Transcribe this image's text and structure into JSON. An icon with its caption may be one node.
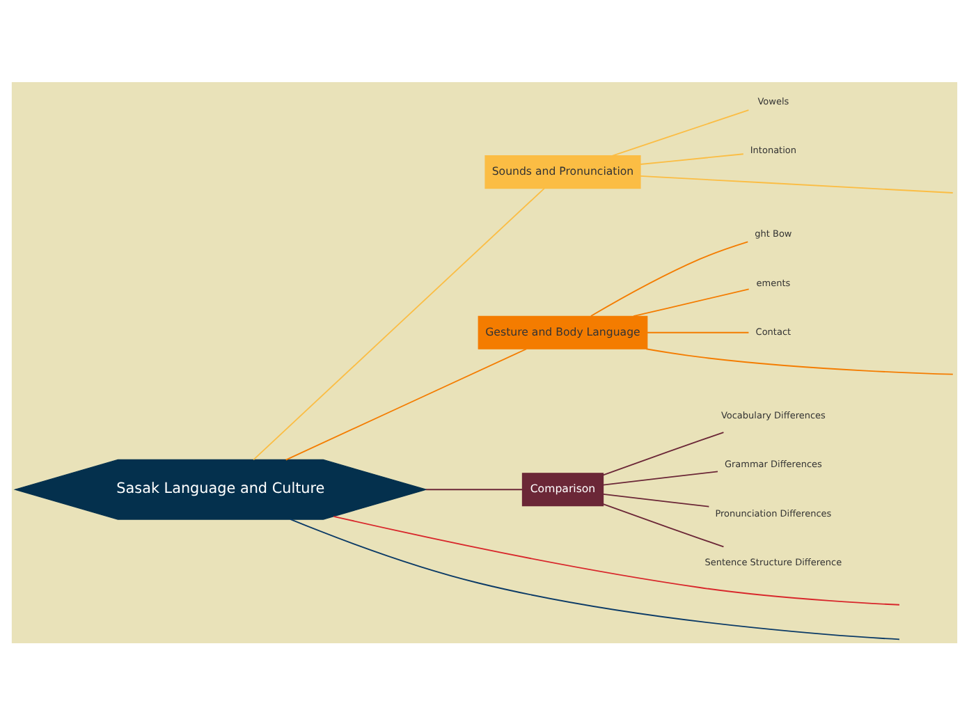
{
  "diagram": {
    "nodes": [
      {
        "text": [
          "Sasak Language and Culture"
        ]
      },
      {
        "text": [
          "Sounds and Pronunciation"
        ]
      },
      {
        "text": [
          "Vowels"
        ]
      },
      {
        "text": [
          "Intonation"
        ]
      },
      {
        "text": [
          "Gesture and Body Language"
        ]
      },
      {
        "text": [
          "ght Bow"
        ]
      },
      {
        "text": [
          "ements"
        ]
      },
      {
        "text": [
          "Contact"
        ]
      },
      {
        "text": [
          "Comparison"
        ]
      },
      {
        "text": [
          "Vocabulary Differences"
        ]
      },
      {
        "text": [
          "Grammar Differences"
        ]
      },
      {
        "text": [
          "Pronunciation Differences"
        ]
      },
      {
        "text": [
          "Sentence Structure Difference"
        ]
      }
    ],
    "edges": [
      {
        "from": 0,
        "to": null,
        "arrow": "none",
        "color": "#0b3a66"
      },
      {
        "from": 0,
        "to": 1,
        "arrow": "none",
        "color": "#fbbd44"
      },
      {
        "from": 1,
        "to": null,
        "arrow": "none",
        "color": "#fbbd44"
      },
      {
        "from": 1,
        "to": 2,
        "arrow": "none",
        "color": "#fbbd44"
      },
      {
        "from": 1,
        "to": 3,
        "arrow": "none",
        "color": "#fbbd44"
      },
      {
        "from": 0,
        "to": 4,
        "arrow": "none",
        "color": "#f47c00"
      },
      {
        "from": 4,
        "to": 5,
        "arrow": "none",
        "color": "#f47c00"
      },
      {
        "from": 4,
        "to": 6,
        "arrow": "none",
        "color": "#f47c00"
      },
      {
        "from": 4,
        "to": 7,
        "arrow": "none",
        "color": "#f47c00"
      },
      {
        "from": 4,
        "to": null,
        "arrow": "none",
        "color": "#f47c00"
      },
      {
        "from": 0,
        "to": 8,
        "arrow": "none",
        "color": "#6b2737"
      },
      {
        "from": 8,
        "to": 9,
        "arrow": "none",
        "color": "#6b2737"
      },
      {
        "from": 8,
        "to": 10,
        "arrow": "none",
        "color": "#6b2737"
      },
      {
        "from": 8,
        "to": 11,
        "arrow": "none",
        "color": "#6b2737"
      },
      {
        "from": 8,
        "to": 12,
        "arrow": "none",
        "color": "#6b2737"
      },
      {
        "from": 0,
        "to": null,
        "arrow": "none",
        "color": "#d8262b"
      }
    ]
  }
}
